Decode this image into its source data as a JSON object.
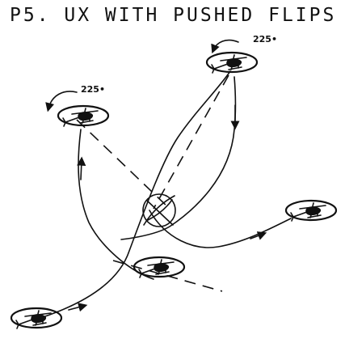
{
  "title": "P5. UX WITH PUSHED FLIPS",
  "annotations": {
    "flip_left": "225•",
    "flip_right": "225•"
  },
  "icons": [
    "helicopter-icon",
    "rotor-disc-icon",
    "flip-arrow-icon"
  ]
}
